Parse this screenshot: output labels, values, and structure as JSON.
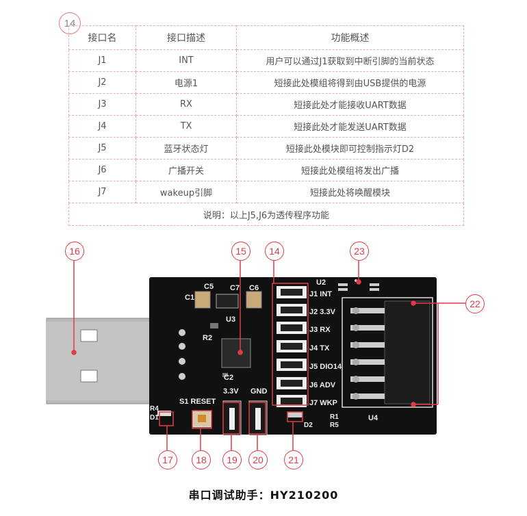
{
  "table": {
    "number": "14",
    "headers": [
      "接口名",
      "接口描述",
      "功能概述"
    ],
    "rows": [
      [
        "J1",
        "INT",
        "用户可以通过J1获取到中断引脚的当前状态"
      ],
      [
        "J2",
        "电源1",
        "短接此处模组将得到由USB提供的电源"
      ],
      [
        "J3",
        "RX",
        "短接此处才能接收UART数据"
      ],
      [
        "J4",
        "TX",
        "短接此处才能发送UART数据"
      ],
      [
        "J5",
        "蓝牙状态灯",
        "短接此处模块即可控制指示灯D2"
      ],
      [
        "J6",
        "广播开关",
        "短接此处模组将发出广播"
      ],
      [
        "J7",
        "wakeup引脚",
        "短接此处将唤醒模块"
      ]
    ],
    "note": "说明：以上J5,J6为透传程序功能"
  },
  "callouts": [
    "16",
    "15",
    "14",
    "23",
    "22",
    "17",
    "18",
    "19",
    "20",
    "21"
  ],
  "board_labels": {
    "c5": "C5",
    "c7": "C7",
    "c6": "C6",
    "c1": "C1",
    "u3": "U3",
    "r2": "R2",
    "c2": "C2",
    "u2": "U2",
    "j1": "J1 INT",
    "j2": "J2 3.3V",
    "j3": "J3 RX",
    "j4": "J4 TX",
    "j5": "J5 DIO14",
    "j6": "J6 ADV",
    "j7": "J7 WKP",
    "u4": "U4",
    "s1": "S1 RESET",
    "v33": "3.3V",
    "gnd": "GND",
    "r4": "R4",
    "d1": "D1",
    "r1": "R1",
    "r5": "R5",
    "d2": "D2"
  },
  "caption": "串口调试助手：HY210200",
  "colors": {
    "accent": "#e23a46",
    "board": "#111111",
    "usb": "#b5b5b5"
  }
}
